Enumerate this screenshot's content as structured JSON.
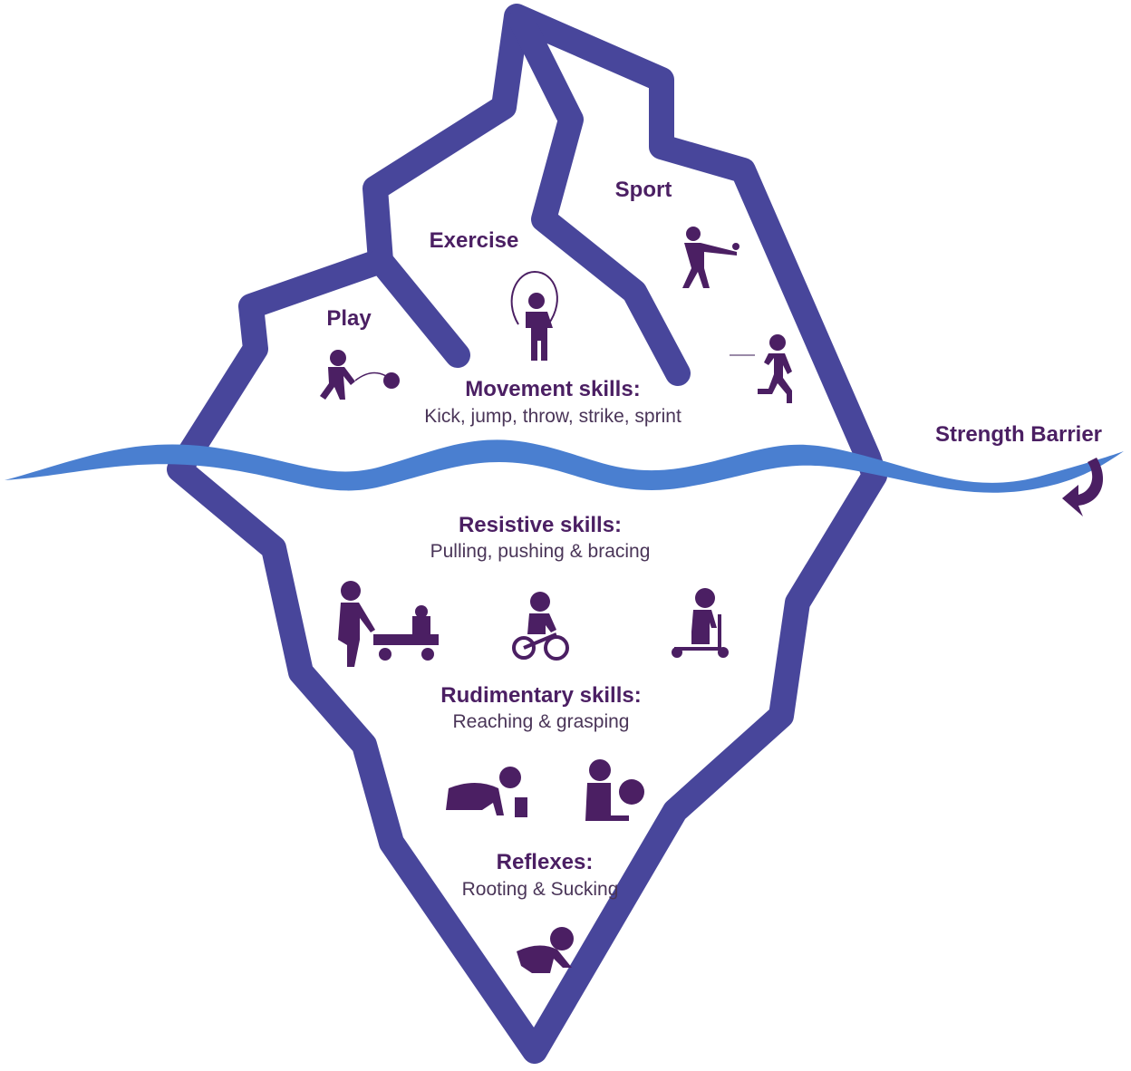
{
  "colors": {
    "outline": "#48469b",
    "water": "#4a7fd0",
    "text": "#4b1f63",
    "icon": "#4b1f63"
  },
  "tip_labels": {
    "play": "Play",
    "exercise": "Exercise",
    "sport": "Sport"
  },
  "strength_barrier": "Strength Barrier",
  "levels": [
    {
      "title": "Movement skills:",
      "subtitle": "Kick, jump, throw, strike, sprint"
    },
    {
      "title": "Resistive skills:",
      "subtitle": "Pulling, pushing & bracing"
    },
    {
      "title": "Rudimentary skills:",
      "subtitle": "Reaching & grasping"
    },
    {
      "title": "Reflexes:",
      "subtitle": "Rooting & Sucking"
    }
  ],
  "icons": [
    "child-kicking-ball-icon",
    "child-jump-rope-icon",
    "child-batting-icon",
    "child-sprinting-icon",
    "child-pulling-wagon-icon",
    "child-tricycle-icon",
    "child-scooter-icon",
    "baby-crawling-toy-icon",
    "baby-sitting-ball-icon",
    "baby-crawling-icon",
    "curved-arrow-icon"
  ]
}
